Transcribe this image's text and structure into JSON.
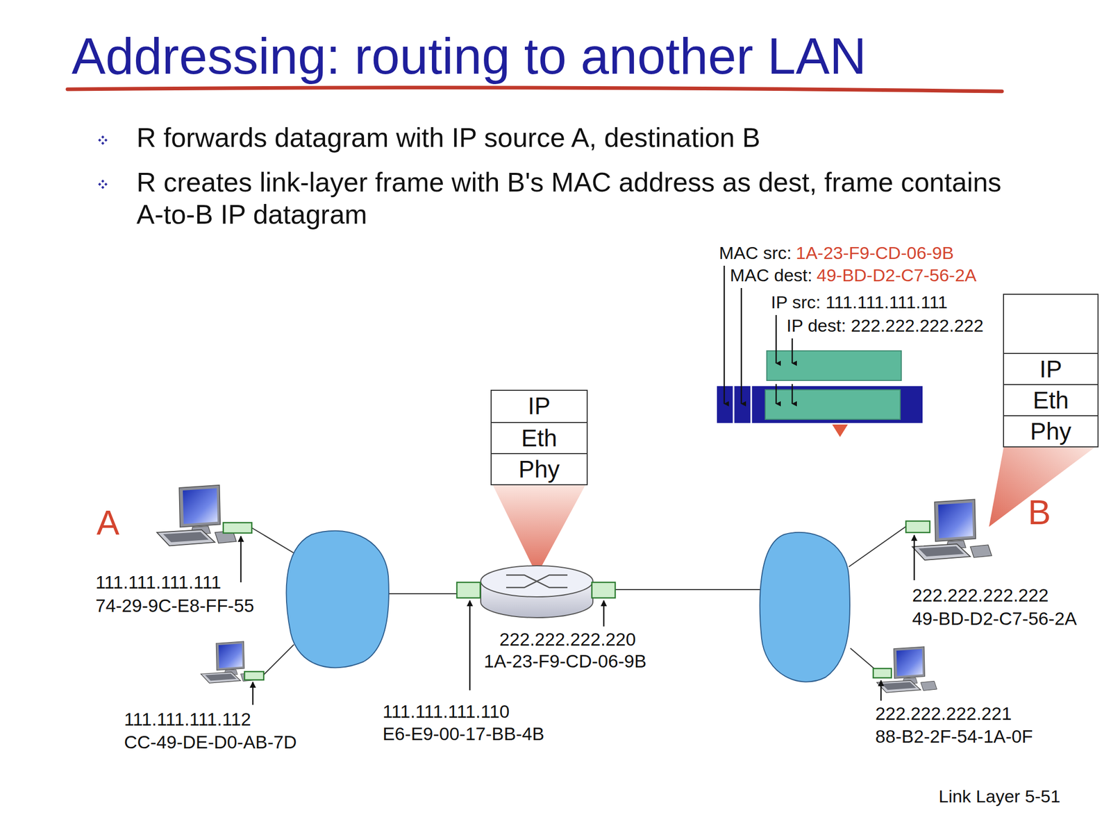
{
  "diagram": {
    "title": "Addressing: routing to another LAN",
    "nodes": [
      {
        "text": [
          "IP",
          "Eth",
          "Phy"
        ]
      },
      {
        "text": [
          "IP",
          "Eth",
          "Phy"
        ]
      }
    ],
    "labels": [
      "R forwards datagram with IP source A, destination B",
      "R creates link-layer frame with B's MAC address as dest, frame contains A-to-B IP datagram",
      "MAC src:",
      "1A-23-F9-CD-06-9B",
      "MAC dest:",
      "49-BD-D2-C7-56-2A",
      "IP src: 111.111.111.111",
      "IP dest: 222.222.222.222",
      "A",
      "111.111.111.111",
      "74-29-9C-E8-FF-55",
      "111.111.111.112",
      "CC-49-DE-D0-AB-7D",
      "111.111.111.110",
      "E6-E9-00-17-BB-4B",
      "222.222.222.220",
      "1A-23-F9-CD-06-9B",
      "B",
      "222.222.222.222",
      "49-BD-D2-C7-56-2A",
      "222.222.222.221",
      "88-B2-2F-54-1A-0F",
      "Link Layer 5-51"
    ]
  }
}
